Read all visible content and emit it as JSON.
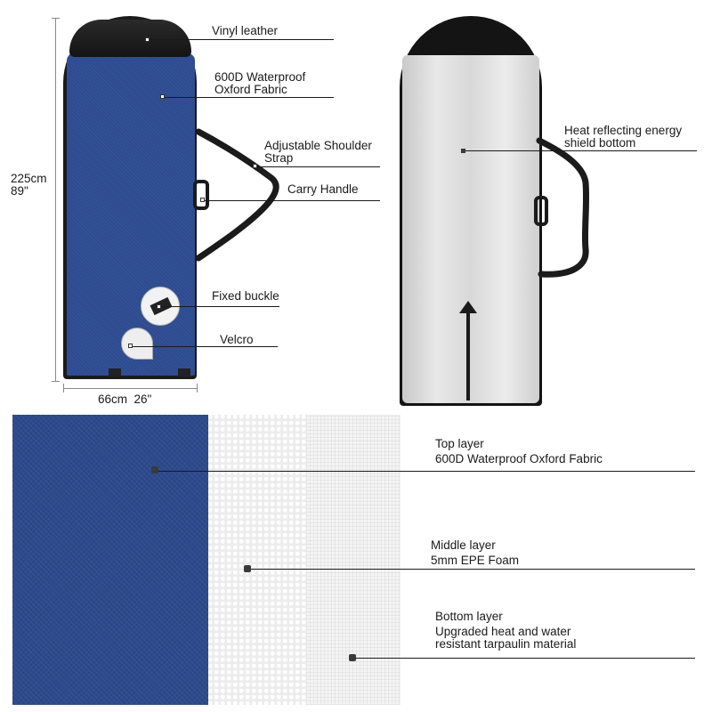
{
  "dimensions": {
    "height_cm": "225cm",
    "height_in": "89\"",
    "width": "66cm  26\""
  },
  "front_labels": {
    "vinyl": "Vinyl leather",
    "oxford": "600D Waterproof\nOxford Fabric",
    "strap": "Adjustable Shoulder\nStrap",
    "handle": "Carry Handle",
    "buckle": "Fixed buckle",
    "velcro": "Velcro"
  },
  "back_labels": {
    "heat": "Heat reflecting energy\nshield bottom"
  },
  "layers": {
    "top": {
      "title": "Top layer",
      "desc": "600D Waterproof Oxford Fabric"
    },
    "middle": {
      "title": "Middle layer",
      "desc": "5mm EPE Foam"
    },
    "bottom": {
      "title": "Bottom layer",
      "desc": "Upgraded heat and water\nresistant tarpaulin material"
    }
  },
  "colors": {
    "oxford_blue": "#2e4a8c",
    "vinyl_black": "#1b1b1b",
    "foam_white": "#ececec",
    "line": "#1a1a1a"
  }
}
